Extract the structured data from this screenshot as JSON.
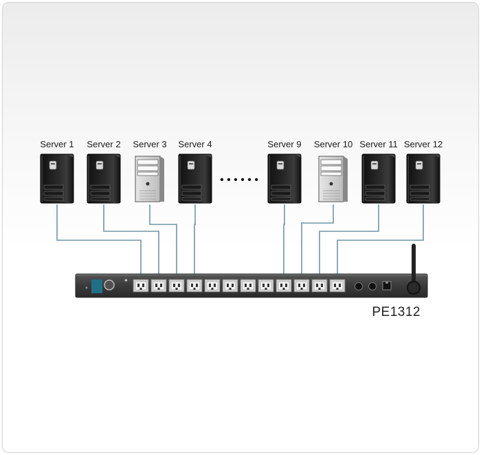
{
  "servers": [
    {
      "label": "Server 1",
      "style": "tower"
    },
    {
      "label": "Server 2",
      "style": "tower"
    },
    {
      "label": "Server 3",
      "style": "desktop"
    },
    {
      "label": "Server 4",
      "style": "tower"
    },
    {
      "label": "Server 9",
      "style": "tower"
    },
    {
      "label": "Server 10",
      "style": "desktop"
    },
    {
      "label": "Server 11",
      "style": "tower"
    },
    {
      "label": "Server 12",
      "style": "tower"
    }
  ],
  "ellipsis": "• • • • • •",
  "pdu": {
    "model": "PE1312",
    "outlet_count": 12,
    "display_color": "#1f6f86",
    "body_color": "#3a3a3a",
    "cable_color": "#6f95a3"
  }
}
